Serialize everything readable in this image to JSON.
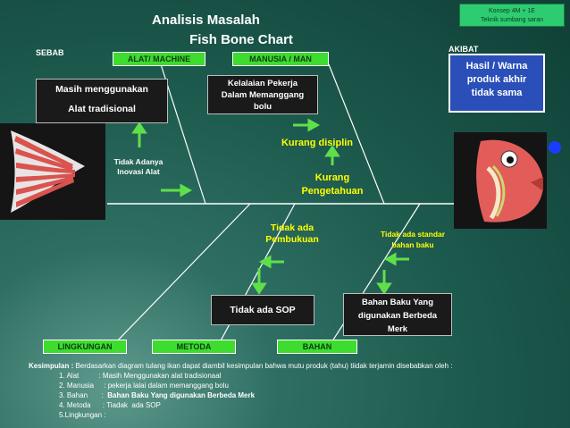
{
  "header": {
    "title_line1": "Analisis Masalah",
    "title_line2": "Fish Bone Chart",
    "badge_line1": "Konsep 4M + 1E",
    "badge_line2": "Teknik sumbang saran"
  },
  "labels": {
    "sebab": "SEBAB",
    "akibat": "AKIBAT"
  },
  "categories": {
    "alat": "ALAT/ MACHINE",
    "manusia": "MANUSIA / MAN",
    "lingkungan": "LINGKUNGAN",
    "metoda": "METODA",
    "bahan": "BAHAN"
  },
  "boxes": {
    "alat_line1": "Masih menggunakan",
    "alat_line2": "Alat tradisional",
    "manusia_line1": "Kelalaian Pekerja",
    "manusia_line2": "Dalam Memanggang",
    "manusia_line3": "bolu",
    "metoda": "Tidak ada SOP",
    "bahan_line1": "Bahan Baku Yang",
    "bahan_line2": "digunakan Berbeda",
    "bahan_line3": "Merk",
    "result_line1": "Hasil / Warna",
    "result_line2": "produk akhir",
    "result_line3": "tidak sama"
  },
  "causes": {
    "inovasi_line1": "Tidak Adanya",
    "inovasi_line2": "Inovasi Alat",
    "disiplin": "Kurang disiplin",
    "pengetahuan_line1": "Kurang",
    "pengetahuan_line2": "Pengetahuan",
    "pembukuan_line1": "Tidak ada",
    "pembukuan_line2": "Pembukuan",
    "standar_line1": "Tidak ada standar",
    "standar_line2": "bahan baku"
  },
  "conclusion": {
    "lead_label": "Kesimpulan :",
    "lead_text": " Berdasarkan diagram tulang ikan dapat diambil kesimpulan bahwa mutu produk (tahu) tiidak terjamin disebabkan oleh :",
    "item1": "1. Alat          : Masih Menggunakan alat tradisionaal",
    "item2": "2. Manusia     : pekerja lalai dalam memanggang bolu",
    "item3_prefix": "3. Bahan       :  ",
    "item3_bold": "Bahan Baku Yang digunakan Berbeda Merk",
    "item4": "4. Metoda      : Tiadak  ada SOP",
    "item5": "5.Lingkungan :"
  },
  "colors": {
    "category_fill": "#3ddc2e",
    "result_fill": "#2a4fb8",
    "highlight_text": "#ffff00",
    "badge_fill": "#2ecc71"
  }
}
